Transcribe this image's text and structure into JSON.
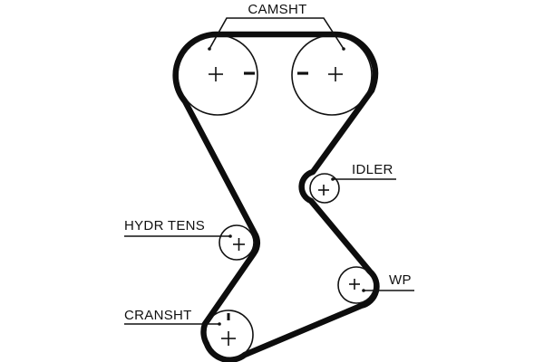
{
  "diagram": {
    "title": "Timing belt routing",
    "labels": {
      "camshaft": "CAMSHT",
      "idler": "IDLER",
      "hydraulic_tensioner": "HYDR TENS",
      "water_pump": "WP",
      "crankshaft": "CRANSHT"
    },
    "pulleys": [
      {
        "id": "camshaft-left",
        "label_key": "camshaft",
        "marks": [
          "+",
          "-"
        ]
      },
      {
        "id": "camshaft-right",
        "label_key": "camshaft",
        "marks": [
          "-",
          "+"
        ]
      },
      {
        "id": "idler",
        "label_key": "idler",
        "marks": [
          "+"
        ]
      },
      {
        "id": "hydraulic-tensioner",
        "label_key": "hydraulic_tensioner",
        "marks": [
          "+"
        ]
      },
      {
        "id": "water-pump",
        "label_key": "water_pump",
        "marks": [
          "+"
        ]
      },
      {
        "id": "crankshaft",
        "label_key": "crankshaft",
        "marks": [
          "+",
          "timing-mark"
        ]
      }
    ],
    "colors": {
      "line": "#111111",
      "background": "#ffffff"
    }
  }
}
